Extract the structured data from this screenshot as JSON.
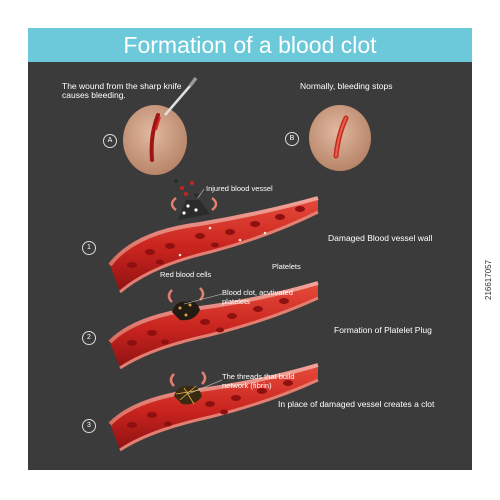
{
  "title": "Formation of a blood clot",
  "step_a": {
    "marker": "A",
    "caption": "The wound from the sharp knife causes bleeding."
  },
  "step_b": {
    "marker": "B",
    "caption": "Normally, bleeding stops"
  },
  "stages": [
    {
      "number": "1",
      "description": "Damaged Blood vessel wall"
    },
    {
      "number": "2",
      "description": "Formation of Platelet Plug"
    },
    {
      "number": "3",
      "description": "In place of damaged vessel creates a clot"
    }
  ],
  "labels": {
    "injured_vessel": "Injured blood vessel",
    "platelets": "Platelets",
    "red_cells": "Red blood cells",
    "clot": "Blood clot, acvtivated platelets",
    "threads": "The threads that build network (fibrin)"
  },
  "stock_id": "216617057",
  "colors": {
    "banner": "#6cc9d9",
    "panel": "#3b3b3b",
    "vessel": "#c8231e",
    "skin": "#c79a82"
  }
}
